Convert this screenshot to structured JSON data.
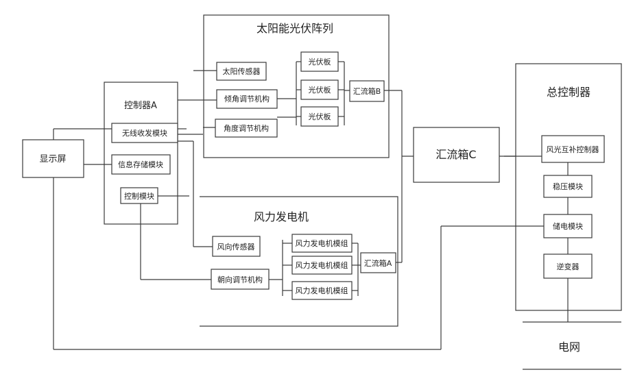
{
  "solar_array": {
    "title": "太阳能光伏阵列",
    "sun_sensor": "太阳传感器",
    "tilt_mechanism": "倾角调节机构",
    "azimuth_mechanism": "角度调节机构",
    "panels": [
      "光伏板",
      "光伏板",
      "光伏板"
    ],
    "combiner": "汇流箱B"
  },
  "controller_a": {
    "title": "控制器A",
    "wireless_module": "无线收发模块",
    "storage_module": "信息存储模块",
    "control_module": "控制模块"
  },
  "display": "显示屏",
  "combiner_c": "汇流箱C",
  "wind": {
    "title": "风力发电机",
    "wind_sensor": "风向传感器",
    "yaw_mechanism": "朝向调节机构",
    "generators": [
      "风力发电机模组",
      "风力发电机模组",
      "风力发电机模组"
    ],
    "combiner": "汇流箱A"
  },
  "master_controller": {
    "title": "总控制器",
    "complementary_controller": "风光互补控制器",
    "boost_module": "稳压模块",
    "storage_module": "储电模块",
    "inverter": "逆变器"
  },
  "grid": "电网"
}
